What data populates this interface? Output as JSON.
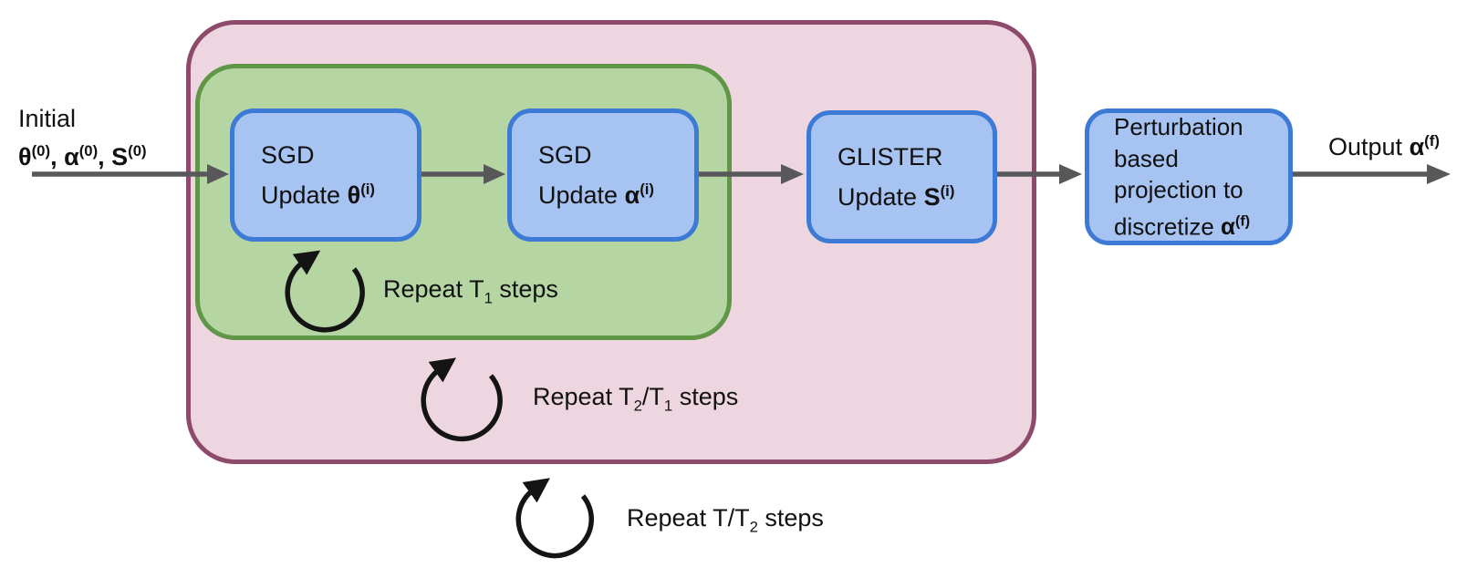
{
  "colors": {
    "pink_fill": "#eed6e1",
    "pink_border": "#8e4a6b",
    "green_fill": "#b5d6a3",
    "green_border": "#5f9747",
    "blue_fill": "#a6c3f1",
    "blue_border": "#3d7ad6",
    "arrow_gray": "#58585a",
    "loop_black": "#141414",
    "text": "#111111"
  },
  "initial_label": {
    "line1": "Initial",
    "theta_sym": "θ",
    "theta_sup": "(0)",
    "sep1": ", ",
    "alpha_sym": "α",
    "alpha_sup": "(0)",
    "sep2": ", ",
    "s_sym": "S",
    "s_sup": "(0)"
  },
  "output_label": {
    "pre": "Output ",
    "sym": "α",
    "sup": "(f)"
  },
  "nodes": [
    {
      "line1": "SGD",
      "line2_pre": "Update ",
      "line2_sym": "θ",
      "line2_sup": "(i)"
    },
    {
      "line1": "SGD",
      "line2_pre": "Update ",
      "line2_sym": "α",
      "line2_sup": "(i)"
    },
    {
      "line1": "GLISTER",
      "line2_pre": "Update ",
      "line2_sym": "S",
      "line2_sup": "(i)"
    },
    {
      "text_pre": "Perturbation based projection to discretize ",
      "sym": "α",
      "sup": "(f)"
    }
  ],
  "loop_labels": [
    {
      "icon": "clockwise-loop-arrow",
      "pre": "Repeat T",
      "sub1": "1",
      "post": " steps"
    },
    {
      "icon": "clockwise-loop-arrow",
      "pre": "Repeat T",
      "sub1": "2",
      "mid": "/T",
      "sub2": "1",
      "post": " steps"
    },
    {
      "icon": "clockwise-loop-arrow",
      "pre": "Repeat T/T",
      "sub1": "2",
      "post": " steps"
    }
  ]
}
